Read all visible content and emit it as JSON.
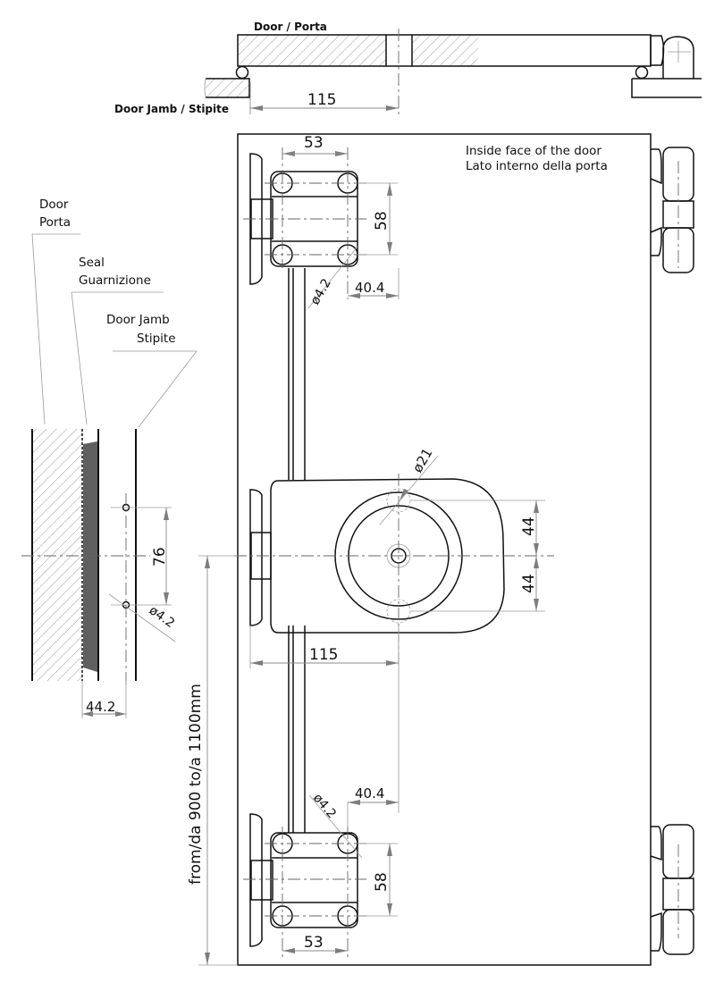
{
  "top_view": {
    "door_label": "Door / Porta",
    "jamb_label": "Door Jamb / Stipite",
    "offset_dim": "115"
  },
  "main_view": {
    "inside_face_line1": "Inside face of the door",
    "inside_face_line2": "Lato interno della porta",
    "top_bolt": {
      "width_dim": "53",
      "height_dim": "58",
      "hole_dim": "ø4.2",
      "offset_dim": "40.4"
    },
    "lock_body": {
      "hole_dim": "ø21",
      "upper_dim": "44",
      "lower_dim": "44",
      "offset_dim": "115"
    },
    "bottom_bolt": {
      "width_dim": "53",
      "height_dim": "58",
      "hole_dim": "ø4.2",
      "offset_dim": "40.4"
    },
    "height_range_label": "from/da 900 to/a 1100mm"
  },
  "section_view": {
    "door_label_line1": "Door",
    "door_label_line2": "Porta",
    "seal_label_line1": "Seal",
    "seal_label_line2": "Guarnizione",
    "jamb_label_line1": "Door Jamb",
    "jamb_label_line2": "Stipite",
    "hole_spacing_dim": "76",
    "hole_dim": "ø4.2",
    "thickness_dim": "44.2"
  },
  "colors": {
    "line": "#111111",
    "dimension": "#8a8a8a",
    "seal_fill": "#5f5f5f"
  }
}
